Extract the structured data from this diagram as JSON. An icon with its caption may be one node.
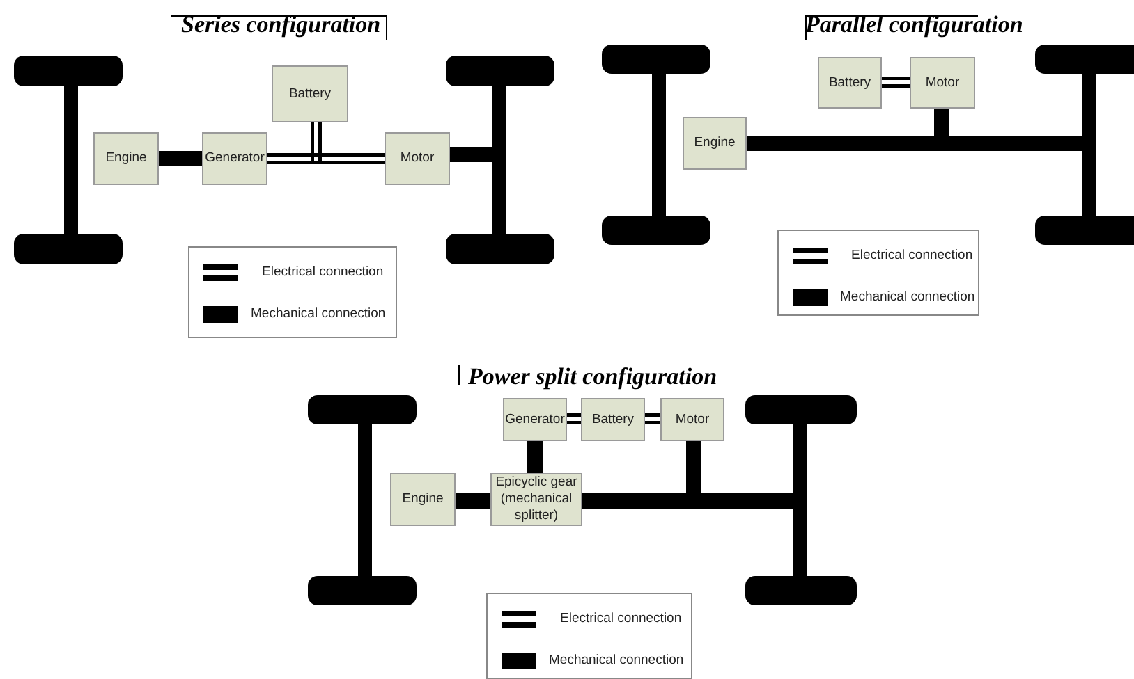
{
  "diagram": {
    "nodes": [
      {
        "text": [
          "Engine"
        ]
      },
      {
        "text": [
          "Generator"
        ]
      },
      {
        "text": [
          "Battery"
        ]
      },
      {
        "text": [
          "Motor"
        ]
      },
      {
        "text": [],
        "shape": "bar"
      },
      {
        "text": [],
        "shape": "bar"
      },
      {
        "text": [
          "Battery"
        ]
      },
      {
        "text": [
          "Motor"
        ]
      },
      {
        "text": [
          "Engine"
        ]
      },
      {
        "text": [],
        "shape": "bar"
      },
      {
        "text": [],
        "shape": "bar"
      },
      {
        "text": [
          "Generator"
        ]
      },
      {
        "text": [
          "Battery"
        ]
      },
      {
        "text": [
          "Motor"
        ]
      },
      {
        "text": [
          "Engine"
        ]
      },
      {
        "text": [
          "Epicyclic gear (mechanical splitter)"
        ]
      },
      {
        "text": [],
        "shape": "bar"
      },
      {
        "text": [],
        "shape": "bar"
      },
      {
        "text": [],
        "shape": "wheel"
      },
      {
        "text": [],
        "shape": "wheel"
      },
      {
        "text": [],
        "shape": "wheel"
      },
      {
        "text": [],
        "shape": "wheel"
      },
      {
        "text": [],
        "shape": "wheel"
      },
      {
        "text": [],
        "shape": "wheel"
      },
      {
        "text": [],
        "shape": "wheel"
      },
      {
        "text": [],
        "shape": "wheel"
      },
      {
        "text": [],
        "shape": "wheel"
      },
      {
        "text": [],
        "shape": "wheel"
      },
      {
        "text": [],
        "shape": "wheel"
      },
      {
        "text": [],
        "shape": "wheel"
      }
    ],
    "edges": [
      {
        "from": 0,
        "to": 1,
        "arrow": "none"
      },
      {
        "from": 1,
        "to": 3,
        "arrow": "none"
      },
      {
        "from": 2,
        "to": 1,
        "arrow": "none"
      },
      {
        "from": 2,
        "to": 3,
        "arrow": "none"
      },
      {
        "from": 3,
        "to": 5,
        "arrow": "none"
      },
      {
        "from": 6,
        "to": 7,
        "arrow": "none"
      },
      {
        "from": 8,
        "to": 10,
        "arrow": "none"
      },
      {
        "from": 7,
        "to": 10,
        "arrow": "none"
      },
      {
        "from": 11,
        "to": 12,
        "arrow": "none"
      },
      {
        "from": 12,
        "to": 13,
        "arrow": "none"
      },
      {
        "from": 11,
        "to": 15,
        "arrow": "none"
      },
      {
        "from": 14,
        "to": 15,
        "arrow": "none"
      },
      {
        "from": 15,
        "to": 17,
        "arrow": "none"
      },
      {
        "from": 13,
        "to": 17,
        "arrow": "none"
      }
    ],
    "labels": [
      "Series configuration",
      "Parallel configuration",
      "Power split configuration"
    ],
    "legend": [
      {
        "text": "Electrical connection"
      },
      {
        "text": "Mechanical connection"
      },
      {
        "text": "Electrical connection"
      },
      {
        "text": "Mechanical connection"
      },
      {
        "text": "Electrical connection"
      },
      {
        "text": "Mechanical connection"
      }
    ]
  }
}
